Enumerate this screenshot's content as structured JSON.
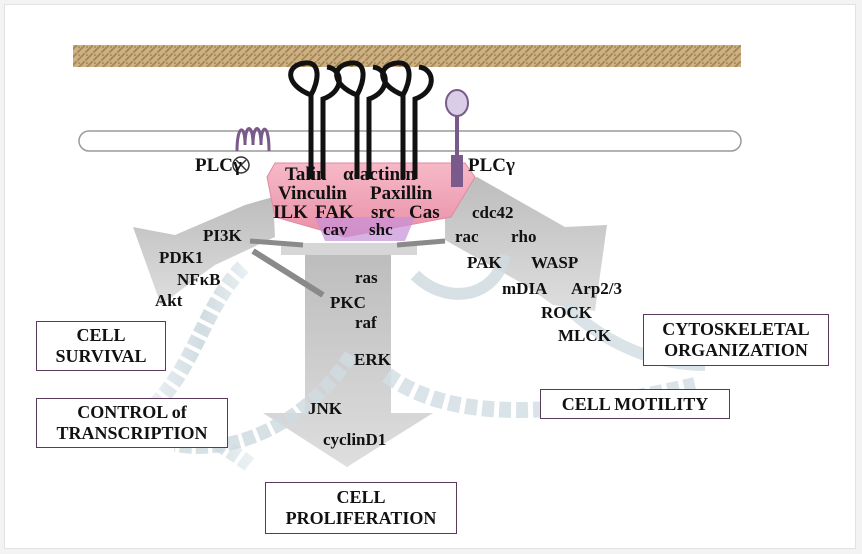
{
  "colors": {
    "membrane_band": "#c9ad7a",
    "adhesion_complex": "#f0a4b6",
    "arrow_grey": "#c8c8c8",
    "receptor_purple": "#7a5a8a",
    "box_border": "#5a3a5a"
  },
  "labels": {
    "plcg_left": "PLCγ",
    "plcg_right": "PLCγ",
    "talin": "Talin",
    "alpha_actinin": "α-actinin",
    "vinculin": "Vinculin",
    "paxillin": "Paxillin",
    "ilk": "ILK",
    "fak": "FAK",
    "src": "src",
    "cas": "Cas",
    "cav": "cav",
    "shc": "shc",
    "pi3k": "PI3K",
    "pdk1": "PDK1",
    "nfkb": "NFκB",
    "akt": "Akt",
    "ras": "ras",
    "pkc": "PKC",
    "raf": "raf",
    "erk": "ERK",
    "jnk": "JNK",
    "cyclind1": "cyclinD1",
    "cdc42": "cdc42",
    "rac": "rac",
    "rho": "rho",
    "pak": "PAK",
    "wasp": "WASP",
    "mdia": "mDIA",
    "arp23": "Arp2/3",
    "rock": "ROCK",
    "mlck": "MLCK"
  },
  "boxes": {
    "cell_survival": [
      "CELL",
      "SURVIVAL"
    ],
    "control_transcription": [
      "CONTROL of",
      "TRANSCRIPTION"
    ],
    "cell_proliferation": [
      "CELL",
      "PROLIFERATION"
    ],
    "cytoskeletal_organization": [
      "CYTOSKELETAL",
      "ORGANIZATION"
    ],
    "cell_motility": [
      "CELL MOTILITY"
    ]
  }
}
